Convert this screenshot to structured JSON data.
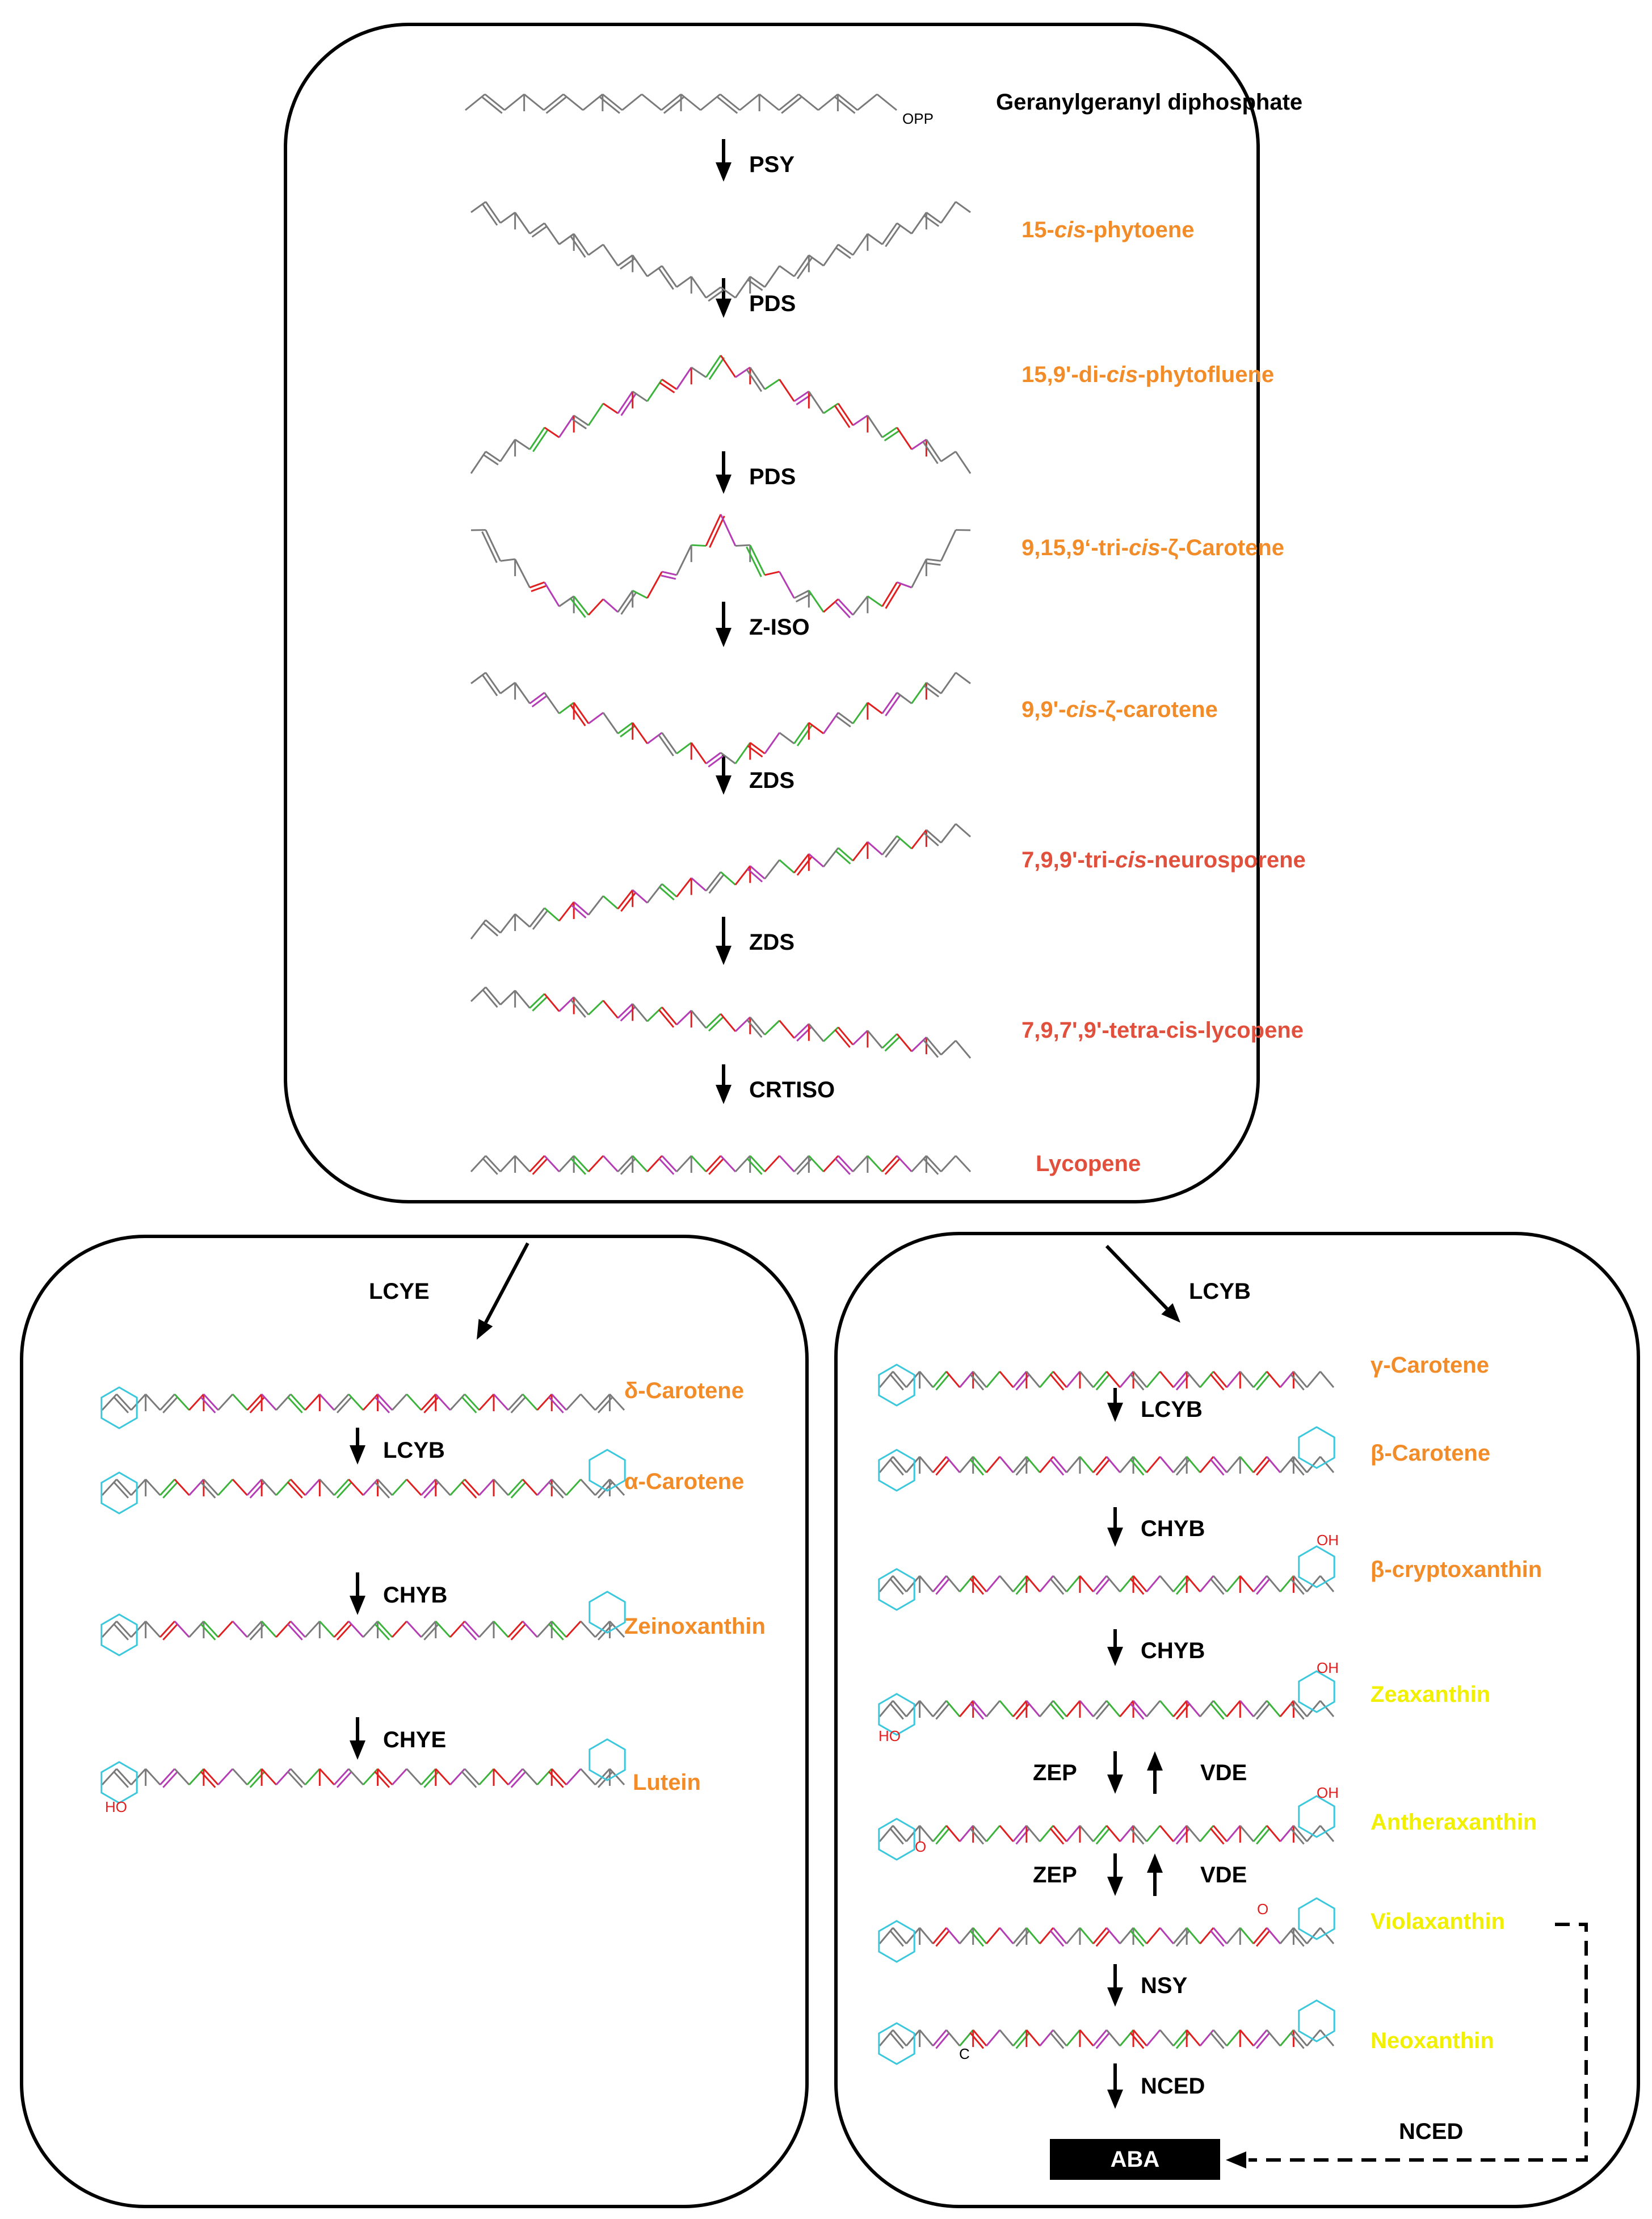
{
  "colors": {
    "orange": "#f28c28",
    "red": "#e0503c",
    "yellow": "#f0f000",
    "black": "#000000",
    "chain": "#7a7a7a",
    "green": "#3cb43c",
    "magenta": "#b43cb4",
    "bond_red": "#e02020",
    "ring": "#3cc8dc"
  },
  "top_panel": {
    "precursor": {
      "name": "Geranylgeranyl diphosphate",
      "group": "OPP"
    },
    "steps": [
      {
        "enzyme": "PSY",
        "product": "15-",
        "product_italic": "cis",
        "product_rest": "-phytoene",
        "color": "orange"
      },
      {
        "enzyme": "PDS",
        "product": "15,9'-di-",
        "product_italic": "cis",
        "product_rest": "-phytofluene",
        "color": "orange"
      },
      {
        "enzyme": "PDS",
        "product": "9,15,9‘-tri-",
        "product_italic": "cis",
        "product_rest": "-ζ-Carotene",
        "color": "orange"
      },
      {
        "enzyme": "Z-ISO",
        "product": "9,9'-",
        "product_italic": "cis",
        "product_rest": "-ζ-carotene",
        "color": "orange"
      },
      {
        "enzyme": "ZDS",
        "product": "7,9,9'-tri-",
        "product_italic": "cis",
        "product_rest": "-neurosporene",
        "color": "red"
      },
      {
        "enzyme": "ZDS",
        "product": "7,9,7',9'-tetra-cis-lycopene",
        "product_italic": "",
        "product_rest": "",
        "color": "red"
      },
      {
        "enzyme": "CRTISO",
        "product": "Lycopene",
        "product_italic": "",
        "product_rest": "",
        "color": "red"
      }
    ]
  },
  "left_panel": {
    "entry_enzyme": "LCYE",
    "compounds": [
      {
        "name": "δ-Carotene",
        "color": "orange"
      },
      {
        "name": "α-Carotene",
        "color": "orange"
      },
      {
        "name": "Zeinoxanthin",
        "color": "orange"
      },
      {
        "name": "Lutein",
        "color": "orange"
      }
    ],
    "enzymes": [
      "LCYB",
      "CHYB",
      "CHYE"
    ]
  },
  "right_panel": {
    "entry_enzyme": "LCYB",
    "compounds": [
      {
        "name": "γ-Carotene",
        "color": "orange"
      },
      {
        "name": "β-Carotene",
        "color": "orange"
      },
      {
        "name": "β-cryptoxanthin",
        "color": "orange"
      },
      {
        "name": "Zeaxanthin",
        "color": "yellow"
      },
      {
        "name": "Antheraxanthin",
        "color": "yellow"
      },
      {
        "name": "Violaxanthin",
        "color": "yellow"
      },
      {
        "name": "Neoxanthin",
        "color": "yellow"
      }
    ],
    "enzymes": [
      "LCYB",
      "CHYB",
      "CHYB"
    ],
    "reversible": [
      {
        "forward": "ZEP",
        "reverse": "VDE"
      },
      {
        "forward": "ZEP",
        "reverse": "VDE"
      }
    ],
    "late_enzymes": [
      "NSY",
      "NCED"
    ],
    "end_product": "ABA",
    "side_enzyme": "NCED",
    "atom_labels": {
      "hydroxyl": "OH",
      "hydroxyl_left": "HO",
      "epoxide": "O",
      "allene": "C"
    }
  }
}
